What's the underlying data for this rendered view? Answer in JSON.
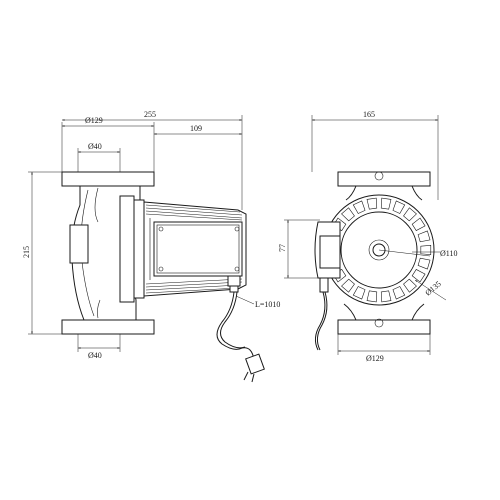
{
  "dimensions": {
    "side_width": "255",
    "flange_outer": "Ø129",
    "flange_bore_top": "Ø40",
    "motor_length": "109",
    "overall_height": "215",
    "flange_bore_bottom": "Ø40",
    "cable_length": "L=1010",
    "front_width": "165",
    "axis_height": "77",
    "impeller_dia": "Ø110",
    "volute_dia": "Ø135",
    "front_flange": "Ø129"
  }
}
